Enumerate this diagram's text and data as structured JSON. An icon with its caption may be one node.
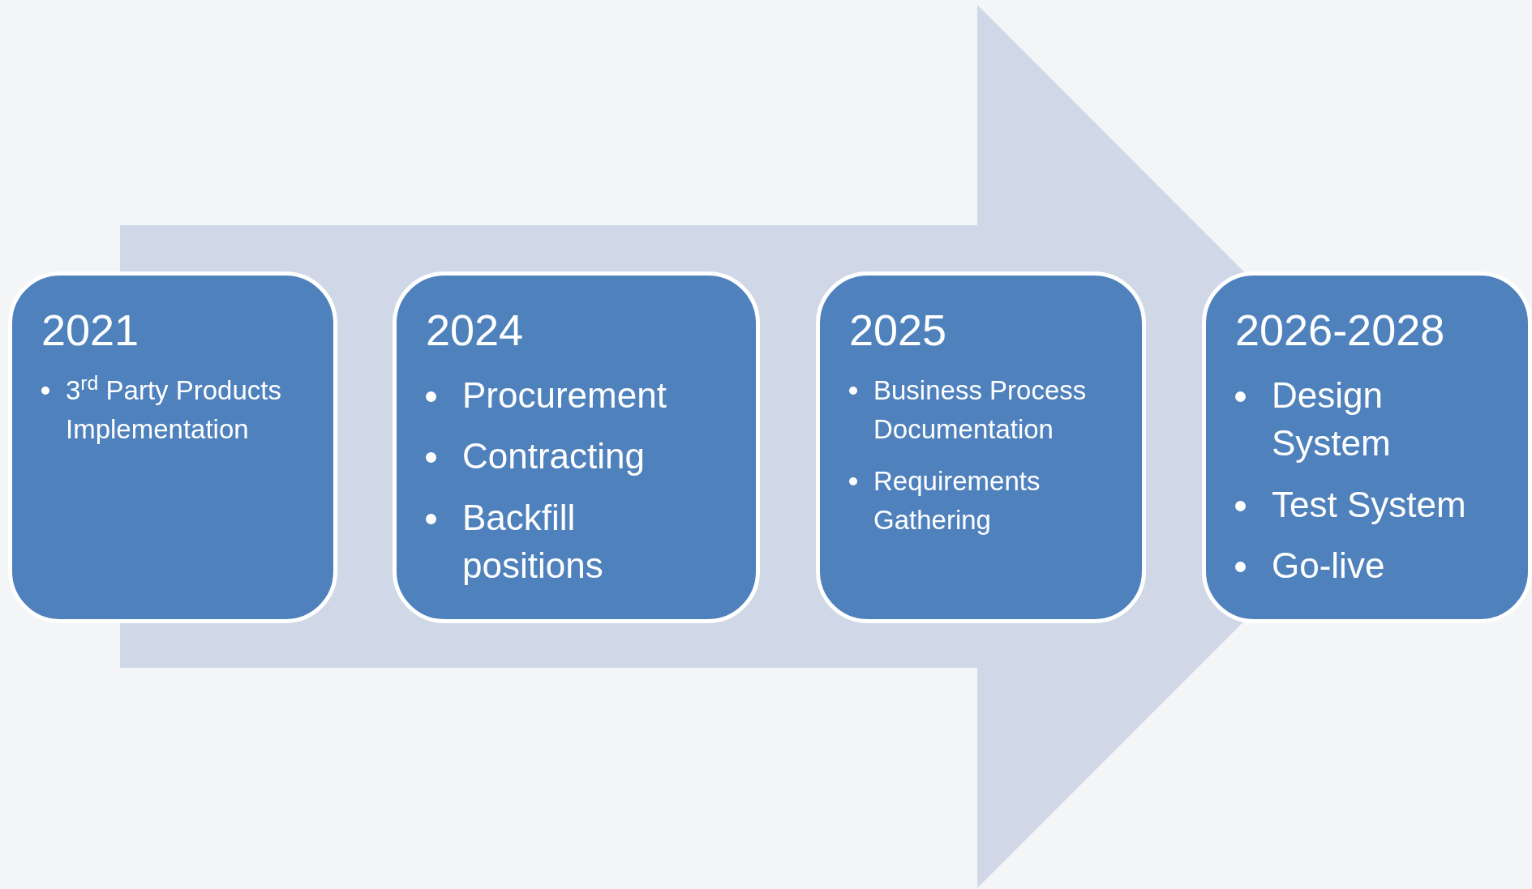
{
  "diagram": {
    "nodes": [
      {
        "text": [
          "2021",
          "3$^{rd}$ Party Products Implementation"
        ]
      },
      {
        "text": [
          "2024",
          "Procurement",
          "Contracting",
          "Backfill positions"
        ]
      },
      {
        "text": [
          "2025",
          "Business Process Documentation",
          "Requirements Gathering"
        ]
      },
      {
        "text": [
          "2026-2028",
          "Design System",
          "Test System",
          "Go-live"
        ]
      }
    ],
    "edges": [
      {
        "from": 0,
        "to": 3,
        "arrow": "to"
      }
    ]
  }
}
